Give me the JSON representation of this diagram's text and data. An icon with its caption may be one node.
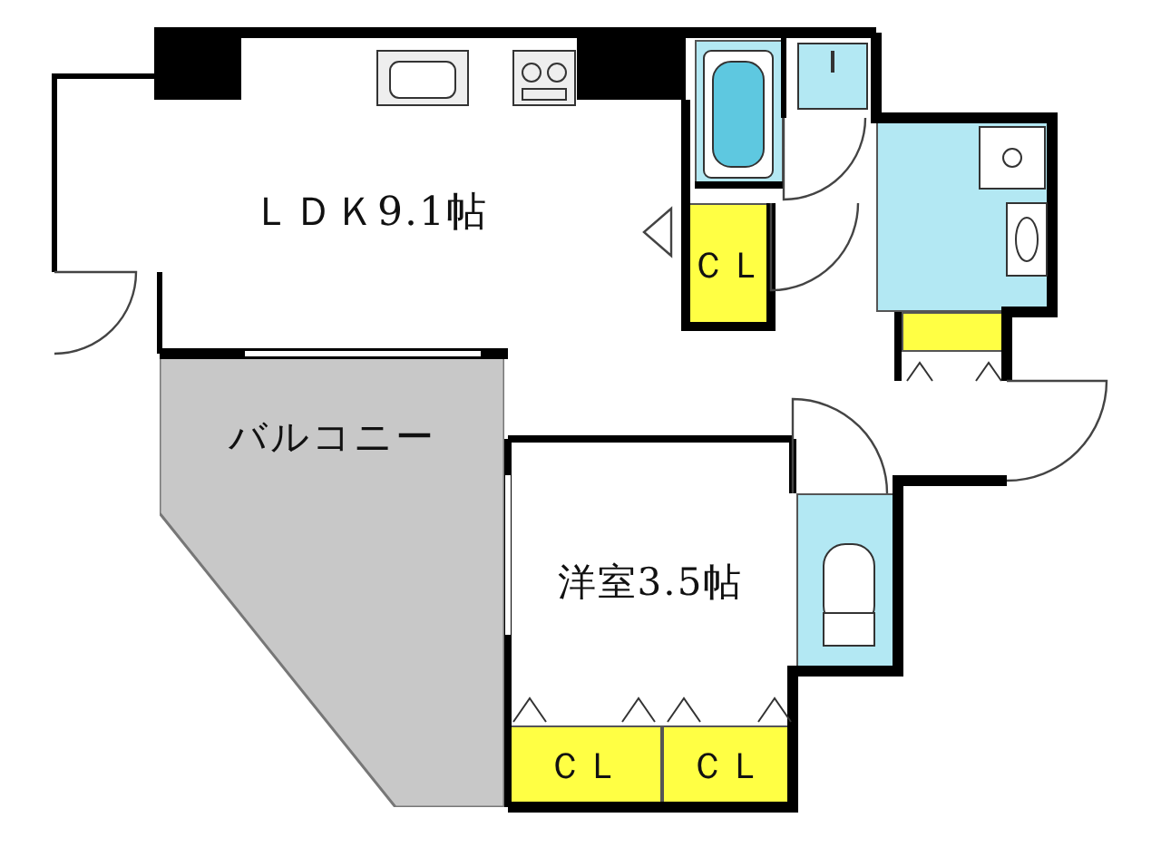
{
  "diagram": {
    "nodes": [
      {
        "text": [
          "ＬＤＫ9.1帖"
        ]
      },
      {
        "text": [],
        "shape": "box"
      },
      {
        "text": [],
        "shape": "box"
      },
      {
        "text": [
          "ＣＬ"
        ]
      },
      {
        "text": [],
        "shape": "box"
      },
      {
        "text": [
          "バルコニー"
        ]
      },
      {
        "text": [
          "洋室3.5帖"
        ]
      },
      {
        "text": [],
        "shape": "box"
      },
      {
        "text": [
          "ＣＬ"
        ]
      },
      {
        "text": [
          "ＣＬ"
        ]
      }
    ]
  }
}
